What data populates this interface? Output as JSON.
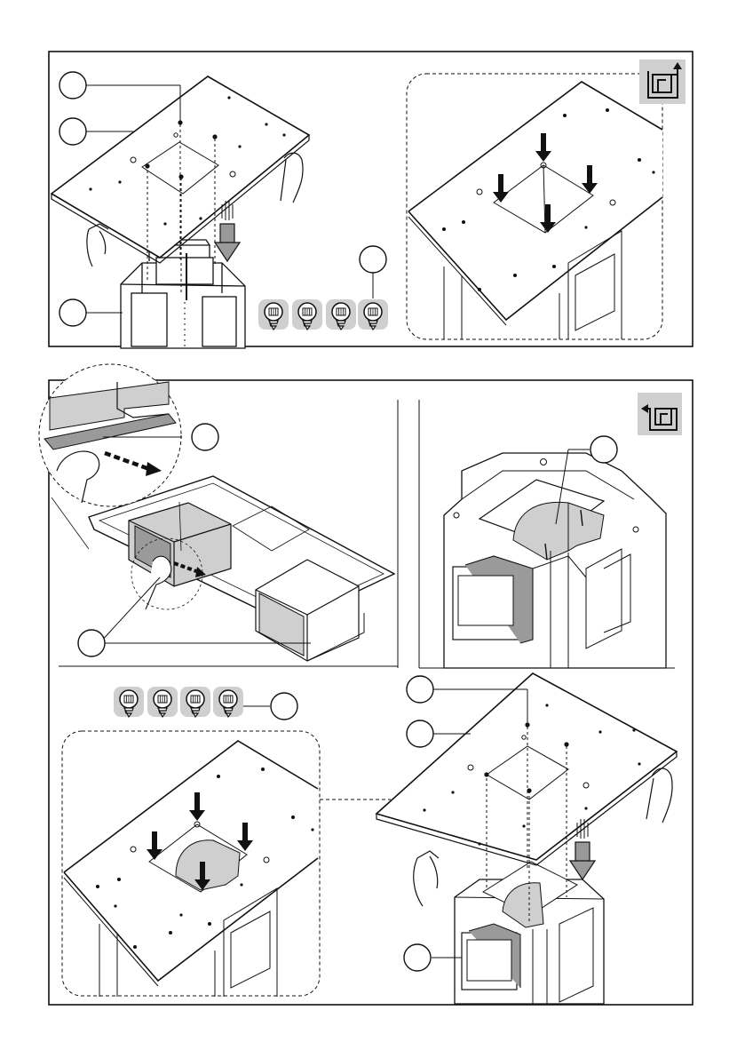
{
  "colors": {
    "line": "#111111",
    "shade": "#cfcfcf",
    "shade_dark": "#9a9a9a",
    "badge_bg": "#cfcfcf",
    "paper": "#ffffff"
  },
  "icons": {
    "recirculation": "recirculation-mode-icon",
    "extraction": "extraction-mode-icon",
    "screw": "screw-icon",
    "callout": "callout-circle"
  },
  "labels": {
    "callouts": [
      "",
      "",
      "",
      "",
      "",
      "",
      "",
      "",
      "",
      ""
    ]
  },
  "screw_groups": [
    {
      "count": 4
    },
    {
      "count": 4
    }
  ]
}
